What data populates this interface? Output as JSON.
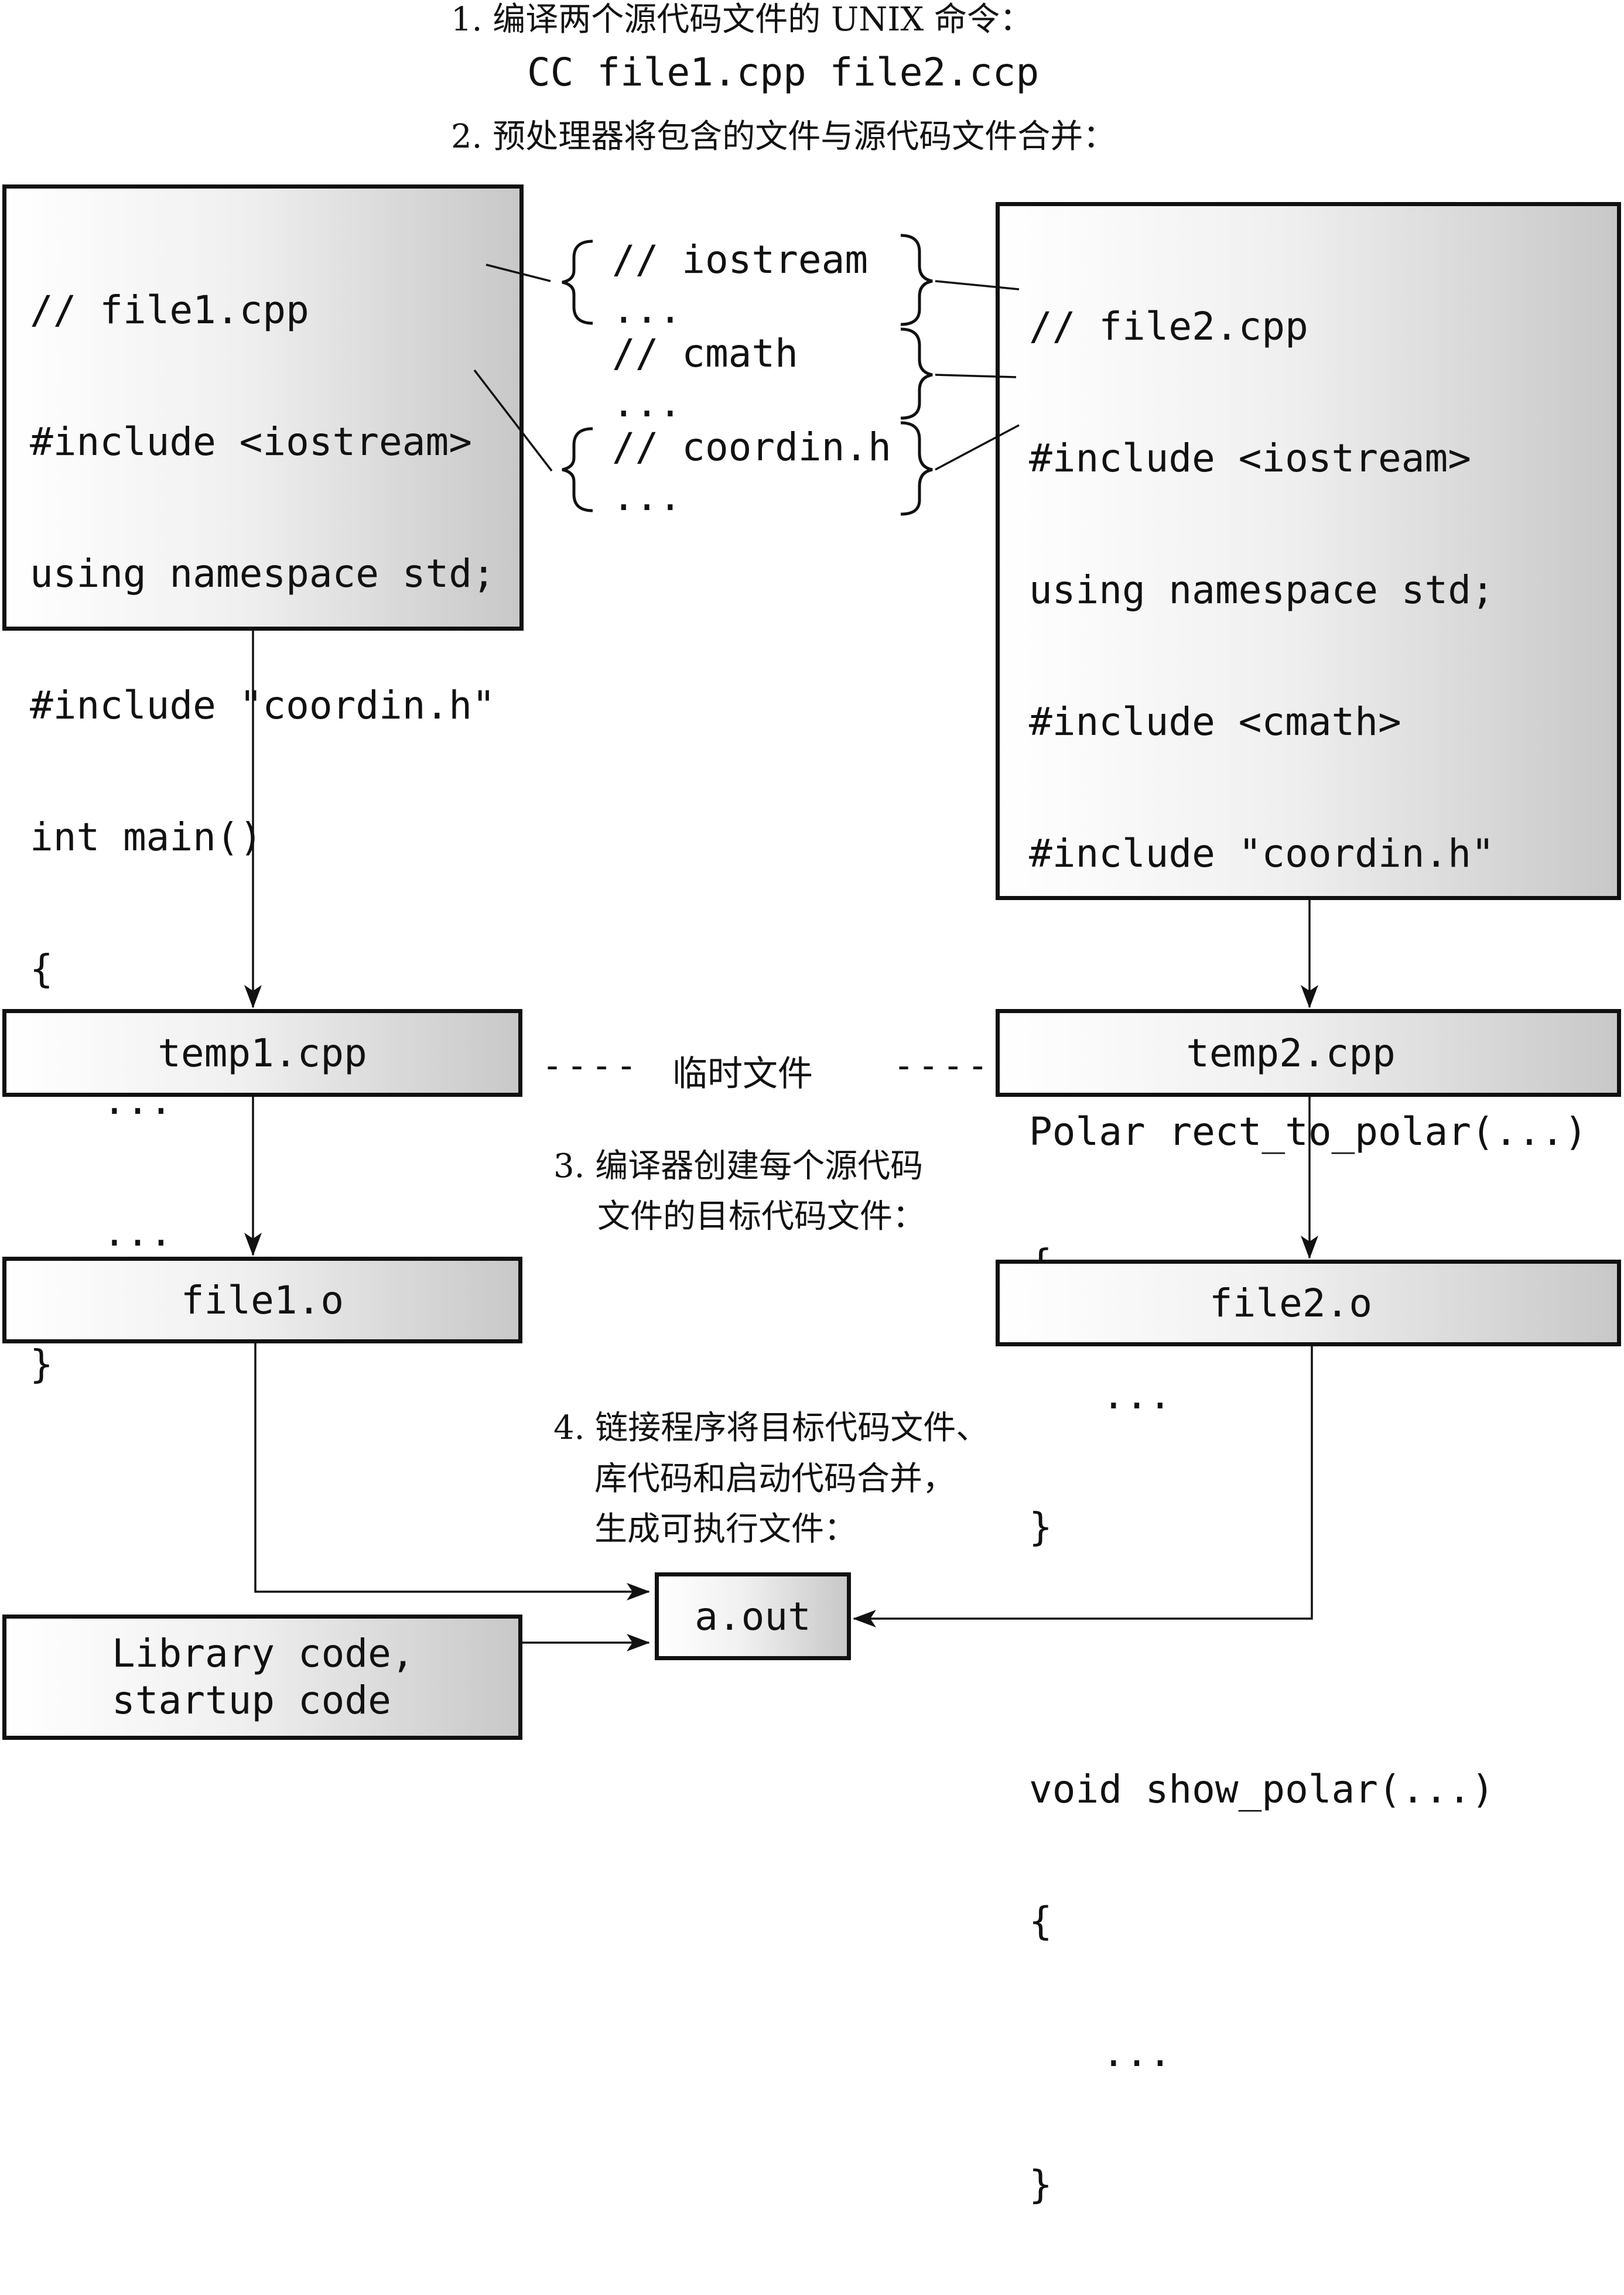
{
  "steps": {
    "step1": "1. 编译两个源代码文件的 UNIX 命令：",
    "command": "CC file1.cpp file2.ccp",
    "step2": "2. 预处理器将包含的文件与源代码文件合并：",
    "step3_line1": "3. 编译器创建每个源代码",
    "step3_line2": "文件的目标代码文件：",
    "step4_line1": "4. 链接程序将目标代码文件、",
    "step4_line2": "库代码和启动代码合并，",
    "step4_line3": "生成可执行文件："
  },
  "file1": {
    "lines": [
      "// file1.cpp",
      "#include <iostream>",
      "using namespace std;",
      "#include \"coordin.h\"",
      "int main()",
      "{",
      "  ...",
      "  ...",
      "}"
    ]
  },
  "file2": {
    "lines_top": [
      "// file2.cpp",
      "#include <iostream>",
      "using namespace std;",
      "#include <cmath>",
      "#include \"coordin.h\""
    ],
    "lines_func1": [
      "Polar rect_to_polar(...)",
      "{",
      "  ...",
      "}"
    ],
    "lines_func2": [
      "void show_polar(...)",
      "{",
      "  ...",
      "}"
    ]
  },
  "included": {
    "iostream": "// iostream",
    "cmath": "// cmath",
    "coordin": "// coordin.h",
    "ellipsis": "..."
  },
  "temp_files": {
    "temp1": "temp1.cpp",
    "temp2": "temp2.cpp",
    "label": "临时文件",
    "dashes": "----"
  },
  "object_files": {
    "obj1": "file1.o",
    "obj2": "file2.o"
  },
  "output": {
    "executable": "a.out",
    "library_line1": "Library code,",
    "library_line2": "startup code"
  }
}
